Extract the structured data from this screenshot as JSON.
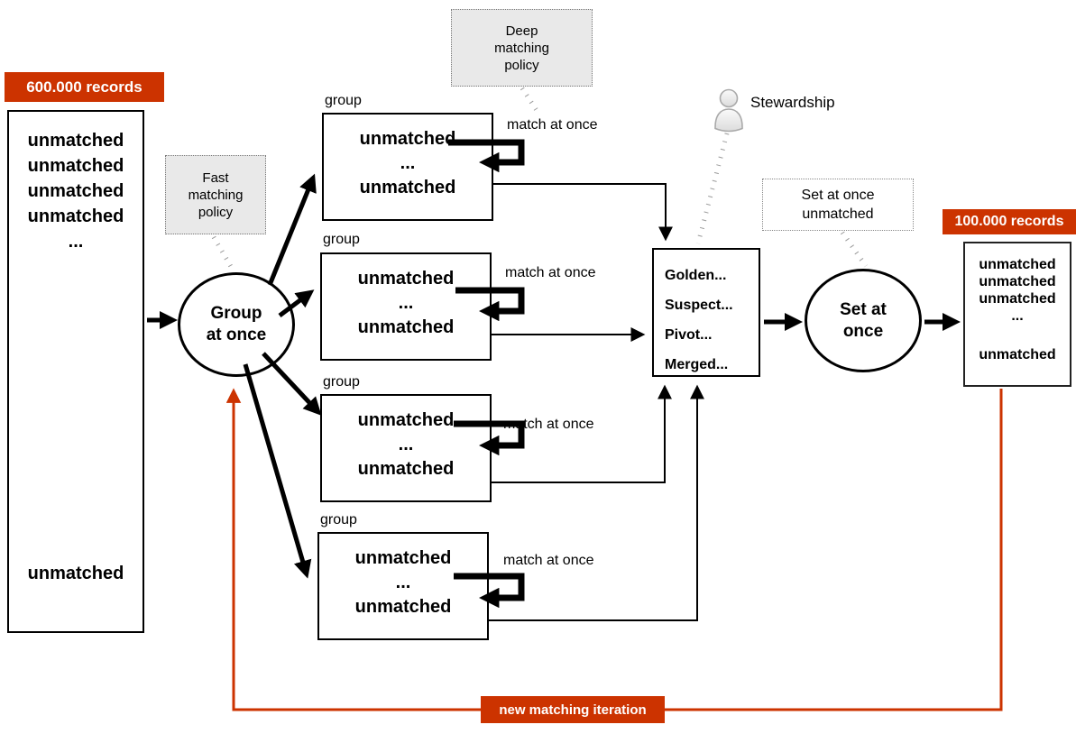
{
  "colors": {
    "accent": "#cc3300",
    "policy_bg": "#e9e9e9",
    "connector": "#999999"
  },
  "source": {
    "banner": "600.000 records",
    "lines": [
      "unmatched",
      "unmatched",
      "unmatched",
      "unmatched",
      "..."
    ],
    "bottom_line": "unmatched"
  },
  "group_circle": {
    "line1": "Group",
    "line2": "at once"
  },
  "fast_policy": {
    "line1": "Fast",
    "line2": "matching",
    "line3": "policy"
  },
  "deep_policy": {
    "line1": "Deep",
    "line2": "matching",
    "line3": "policy"
  },
  "groups": [
    {
      "label": "group",
      "top": "unmatched",
      "mid": "...",
      "bottom": "unmatched",
      "match_label": "match at once"
    },
    {
      "label": "group",
      "top": "unmatched",
      "mid": "...",
      "bottom": "unmatched",
      "match_label": "match at once"
    },
    {
      "label": "group",
      "top": "unmatched",
      "mid": "...",
      "bottom": "unmatched",
      "match_label": "match at once"
    },
    {
      "label": "group",
      "top": "unmatched",
      "mid": "...",
      "bottom": "unmatched",
      "match_label": "match at once"
    }
  ],
  "golden_box": {
    "items": [
      "Golden...",
      "Suspect...",
      "Pivot...",
      "Merged..."
    ]
  },
  "stewardship": {
    "label": "Stewardship"
  },
  "set_circle": {
    "line1": "Set at",
    "line2": "once"
  },
  "set_note": {
    "line1": "Set at once",
    "line2": "unmatched"
  },
  "result": {
    "banner": "100.000 records",
    "lines": [
      "unmatched",
      "unmatched",
      "unmatched",
      "..."
    ],
    "bottom_line": "unmatched"
  },
  "iteration": {
    "label": "new matching iteration"
  }
}
